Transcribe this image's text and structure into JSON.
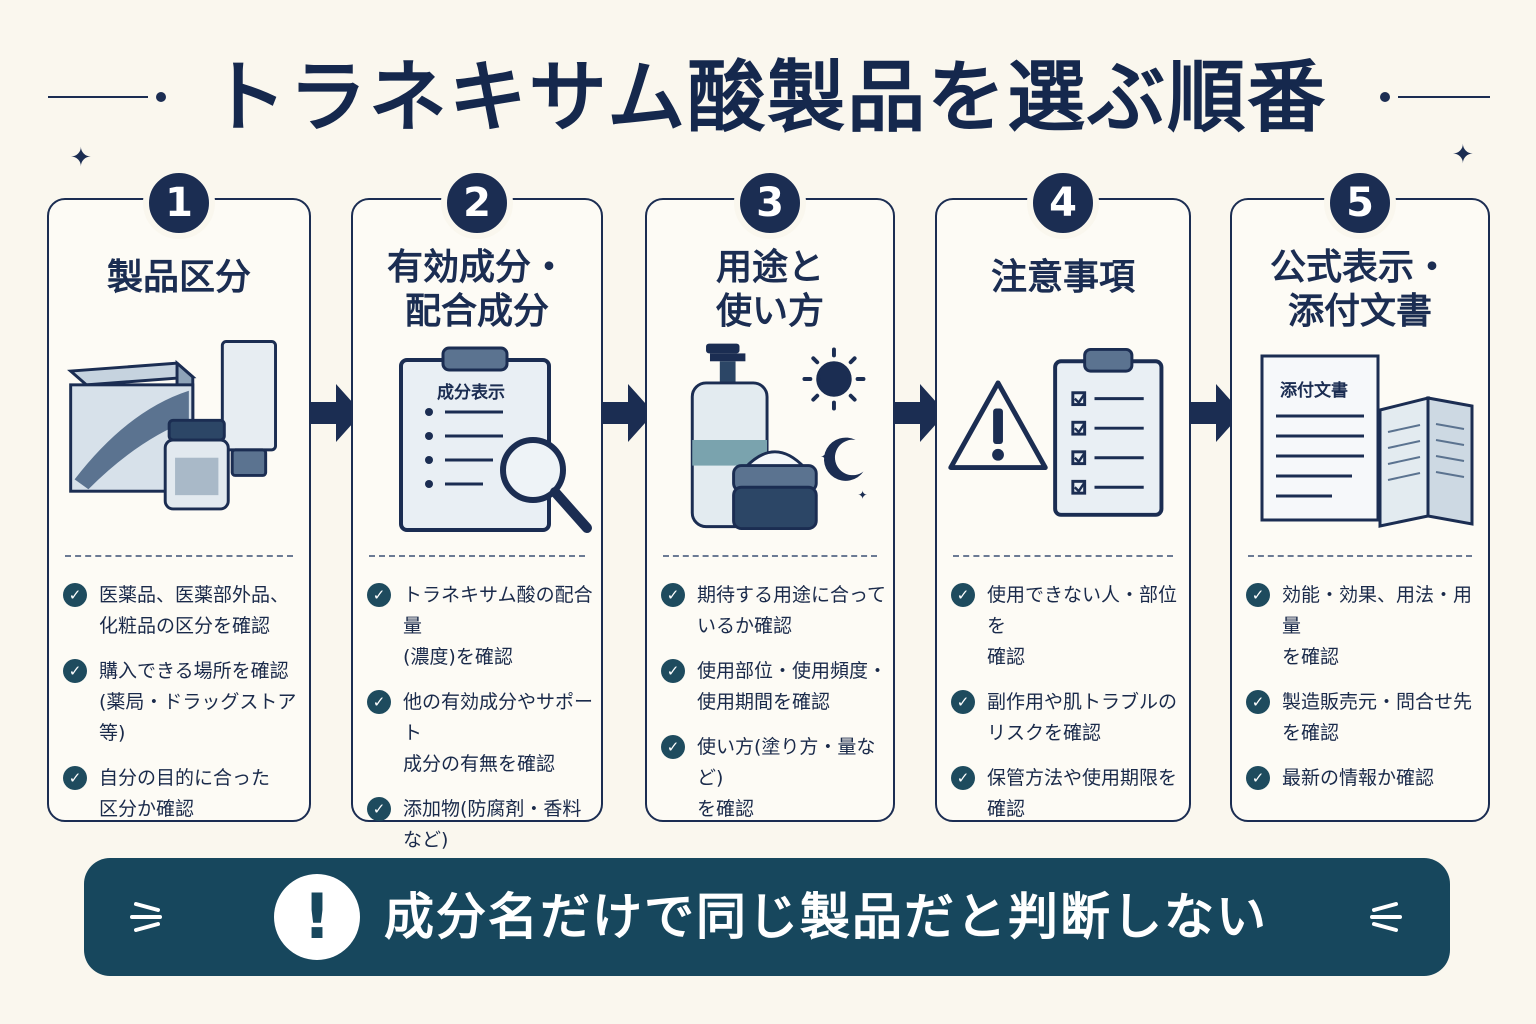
{
  "title": "トラネキサム酸製品を選ぶ順番",
  "steps": [
    {
      "number": "1",
      "title_lines": [
        "製品区分"
      ],
      "items": [
        "医薬品、医薬部外品、\n化粧品の区分を確認",
        "購入できる場所を確認\n(薬局・ドラッグストア等)",
        "自分の目的に合った\n区分か確認"
      ]
    },
    {
      "number": "2",
      "title_lines": [
        "有効成分・",
        "配合成分"
      ],
      "illustration_label": "成分表示",
      "items": [
        "トラネキサム酸の配合量\n(濃度)を確認",
        "他の有効成分やサポート\n成分の有無を確認",
        "添加物(防腐剤・香料など)\nを確認"
      ]
    },
    {
      "number": "3",
      "title_lines": [
        "用途と",
        "使い方"
      ],
      "items": [
        "期待する用途に合って\nいるか確認",
        "使用部位・使用頻度・\n使用期間を確認",
        "使い方(塗り方・量など)\nを確認"
      ]
    },
    {
      "number": "4",
      "title_lines": [
        "注意事項"
      ],
      "items": [
        "使用できない人・部位を\n確認",
        "副作用や肌トラブルの\nリスクを確認",
        "保管方法や使用期限を\n確認"
      ]
    },
    {
      "number": "5",
      "title_lines": [
        "公式表示・",
        "添付文書"
      ],
      "illustration_label": "添付文書",
      "items": [
        "効能・効果、用法・用量\nを確認",
        "製造販売元・問合せ先\nを確認",
        "最新の情報か確認"
      ]
    }
  ],
  "banner": {
    "icon": "exclamation-icon",
    "text": "成分名だけで同じ製品だと判断しない"
  },
  "colors": {
    "navy": "#1b2d52",
    "teal": "#17475d",
    "background": "#faf7ee"
  }
}
